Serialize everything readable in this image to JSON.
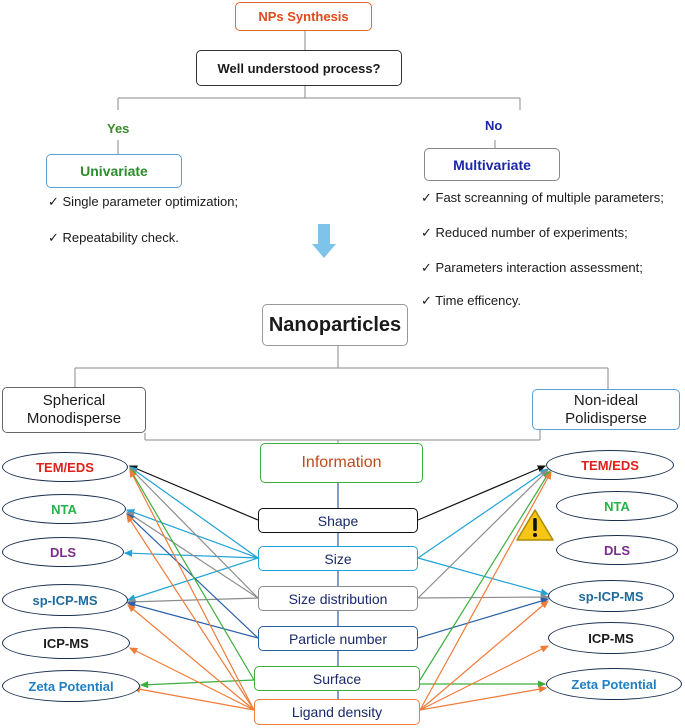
{
  "top": {
    "synthesis": "NPs Synthesis",
    "question": "Well understood process?",
    "yes": "Yes",
    "no": "No",
    "univariate": "Univariate",
    "multivariate": "Multivariate",
    "univariate_points": [
      "Single parameter optimization;",
      "Repeatability check."
    ],
    "multivariate_points": [
      "Fast screanning of multiple parameters;",
      "Reduced number of experiments;",
      "Parameters interaction assessment;",
      "Time efficency."
    ]
  },
  "middle": {
    "nanoparticles": "Nanoparticles",
    "spherical": "Spherical\nMonodisperse",
    "nonideal": "Non-ideal\nPolidisperse",
    "information": "Information"
  },
  "info_items": [
    "Shape",
    "Size",
    "Size distribution",
    "Particle number",
    "Surface",
    "Ligand density"
  ],
  "left_techniques": [
    "TEM/EDS",
    "NTA",
    "DLS",
    "sp-ICP-MS",
    "ICP-MS",
    "Zeta Potential"
  ],
  "right_techniques": [
    "TEM/EDS",
    "NTA",
    "DLS",
    "sp-ICP-MS",
    "ICP-MS",
    "Zeta Potential"
  ],
  "warning_icon": "warning-icon",
  "colors": {
    "shape": "#111111",
    "size": "#1fa3d8",
    "size_distribution": "#8c8c8c",
    "particle_number": "#2b5fa8",
    "surface": "#3cae3c",
    "ligand_density": "#f07c3a",
    "tem": "#e0201b",
    "nta": "#27b24a",
    "dls": "#7b2d8b",
    "spicp": "#1f6b9c",
    "icp": "#1a1a1a",
    "zeta": "#1f7fc4",
    "information": "#c04a1c"
  }
}
